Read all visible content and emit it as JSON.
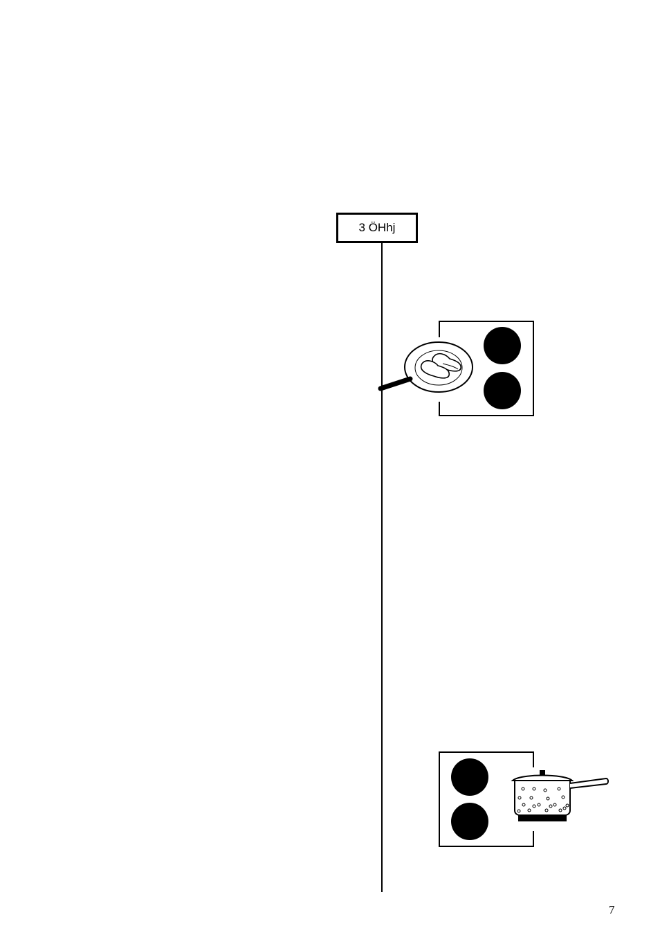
{
  "section": {
    "label": "3 ÖHhj"
  },
  "illustrations": {
    "top": {
      "icon": "hob-frying-pan-icon",
      "cooking_zones": 2,
      "active_zone": "top-left"
    },
    "bottom": {
      "icon": "hob-saucepan-icon",
      "cooking_zones": 2,
      "active_zone": "bottom-right"
    }
  },
  "footer": {
    "page_number": "7"
  },
  "colors": {
    "ink": "#000000",
    "paper": "#ffffff"
  }
}
